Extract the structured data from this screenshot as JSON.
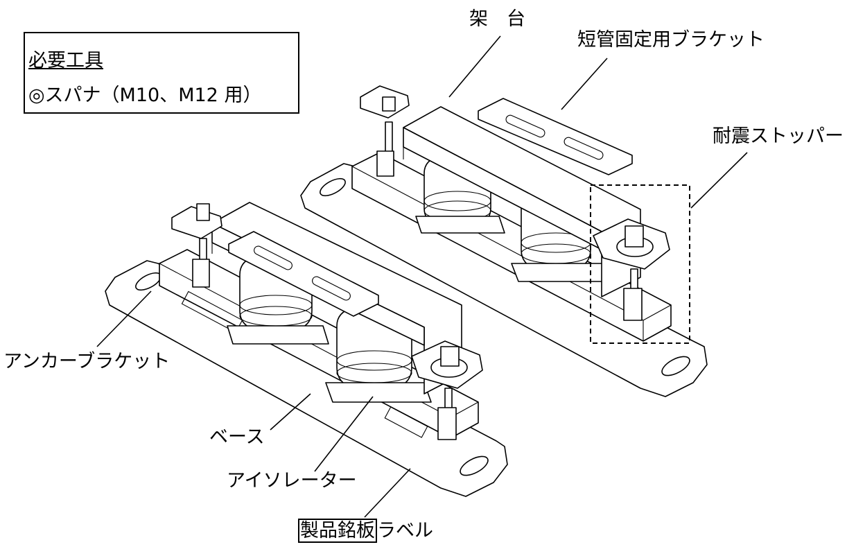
{
  "tools": {
    "heading": "必要工具",
    "item": "◎スパナ（M10、M12 用）"
  },
  "labels": {
    "stand": "架　台",
    "short_pipe_bracket": "短管固定用ブラケット",
    "seismic_stopper": "耐震ストッパー",
    "anchor_bracket": "アンカーブラケット",
    "base": "ベース",
    "isolator": "アイソレーター",
    "nameplate_boxed": "製品銘板",
    "nameplate_suffix": "ラベル"
  }
}
